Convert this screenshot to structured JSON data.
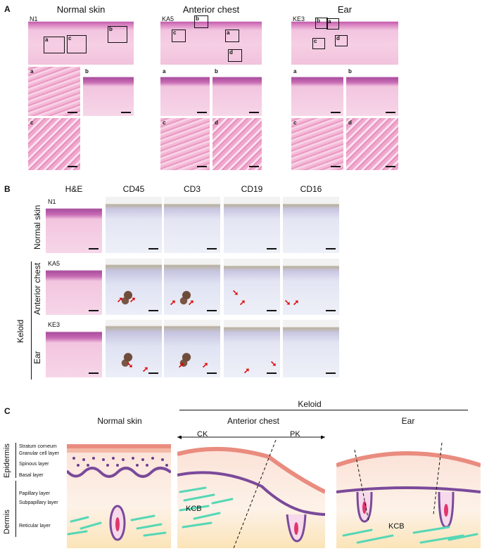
{
  "panelA": {
    "letter": "A",
    "columns": [
      {
        "title": "Normal skin",
        "sample": "N1",
        "rois": [
          "a",
          "b",
          "c"
        ],
        "zooms": [
          "a",
          "b",
          "c"
        ]
      },
      {
        "title": "Anterior chest",
        "sample": "KA5",
        "rois": [
          "a",
          "b",
          "c",
          "d"
        ],
        "zooms": [
          "a",
          "b",
          "c",
          "d"
        ]
      },
      {
        "title": "Ear",
        "sample": "KE3",
        "rois": [
          "a",
          "b",
          "c",
          "d"
        ],
        "zooms": [
          "a",
          "b",
          "c",
          "d"
        ]
      }
    ]
  },
  "panelB": {
    "letter": "B",
    "stains": [
      "H&E",
      "CD45",
      "CD3",
      "CD19",
      "CD16"
    ],
    "rows": [
      {
        "sample": "N1",
        "label": "Normal skin"
      },
      {
        "sample": "KA5",
        "label": "Anterior chest"
      },
      {
        "sample": "KE3",
        "label": "Ear"
      }
    ],
    "group_label": "Keloid"
  },
  "panelC": {
    "letter": "C",
    "group_label": "Keloid",
    "titles": {
      "normal": "Normal skin",
      "chest": "Anterior chest",
      "ear": "Ear"
    },
    "region_ck": "CK",
    "region_pk": "PK",
    "kcb": "KCB",
    "side_labels": {
      "epidermis": "Epidermis",
      "dermis": "Dermis"
    },
    "layers": [
      "Stratum corneum",
      "Granular cell layer",
      "Spinous layer",
      "Basal layer",
      "Papillary layer",
      "Subpapillary layer",
      "Reticular layer"
    ]
  }
}
